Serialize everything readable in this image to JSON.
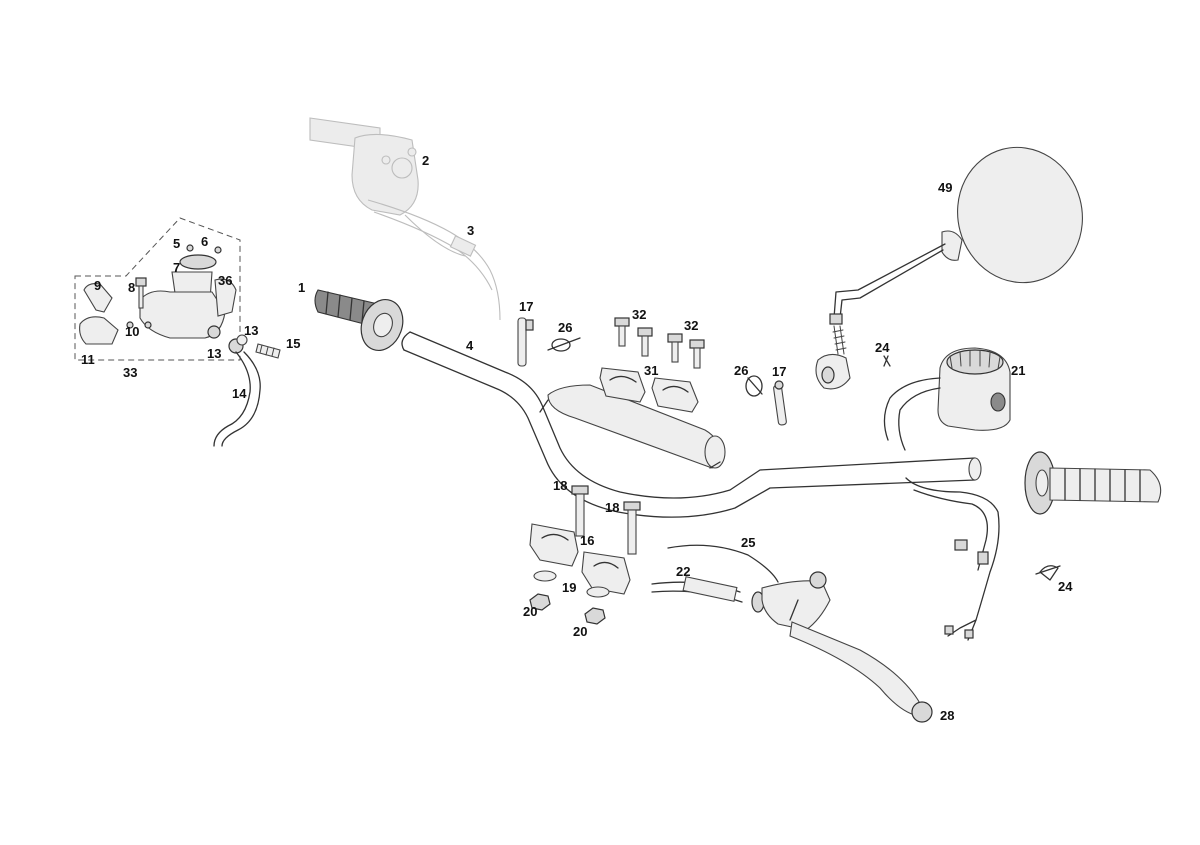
{
  "labels": {
    "p1": "1",
    "p2": "2",
    "p3": "3",
    "p4": "4",
    "p5": "5",
    "p6": "6",
    "p7": "7",
    "p8": "8",
    "p9": "9",
    "p10": "10",
    "p11": "11",
    "p13a": "13",
    "p13b": "13",
    "p14": "14",
    "p15": "15",
    "p16": "16",
    "p17a": "17",
    "p17b": "17",
    "p18a": "18",
    "p18b": "18",
    "p19": "19",
    "p20a": "20",
    "p20b": "20",
    "p21": "21",
    "p22": "22",
    "p24a": "24",
    "p24b": "24",
    "p25": "25",
    "p26a": "26",
    "p26b": "26",
    "p28": "28",
    "p31": "31",
    "p32a": "32",
    "p32b": "32",
    "p33": "33",
    "p36": "36",
    "p49": "49"
  },
  "colors": {
    "line": "#333333",
    "fill": "#d9d9d9",
    "ghost": "#bdbdbd",
    "label": "#111111"
  }
}
